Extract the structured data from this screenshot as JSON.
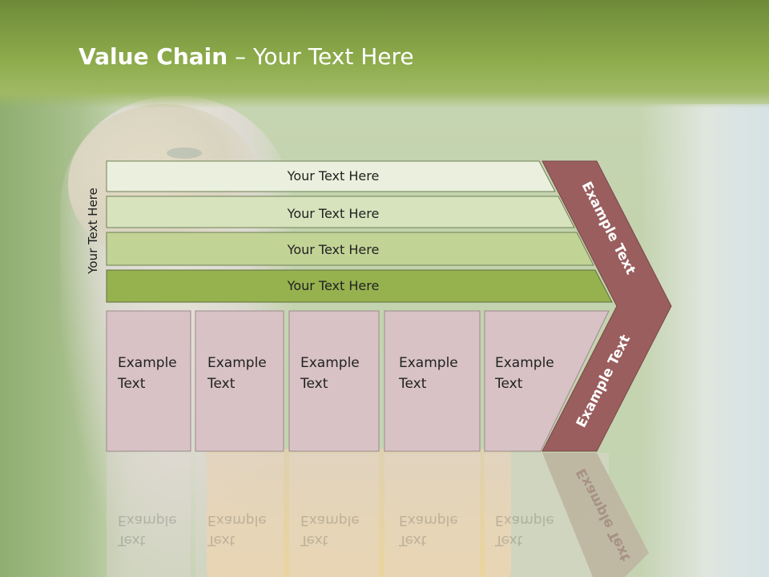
{
  "title": {
    "bold": "Value Chain",
    "rest": " – Your Text Here"
  },
  "side_label": "Your Text Here",
  "rows": [
    {
      "label": "Your Text Here",
      "color": "#eaf0dd"
    },
    {
      "label": "Your Text Here",
      "color": "#d7e3bd"
    },
    {
      "label": "Your Text Here",
      "color": "#c2d396"
    },
    {
      "label": "Your Text Here",
      "color": "#96b24f"
    }
  ],
  "boxes": [
    {
      "line1": "Example",
      "line2": "Text"
    },
    {
      "line1": "Example",
      "line2": "Text"
    },
    {
      "line1": "Example",
      "line2": "Text"
    },
    {
      "line1": "Example",
      "line2": "Text"
    },
    {
      "line1": "Example",
      "line2": "Text"
    }
  ],
  "chevron": {
    "top_label": "Example Text",
    "bottom_label": "Example Text",
    "color": "#9a5e5e"
  },
  "colors": {
    "box_fill": "#d8c2c6",
    "box_stroke": "#9b8a8c",
    "row_stroke": "#6f7f55"
  }
}
